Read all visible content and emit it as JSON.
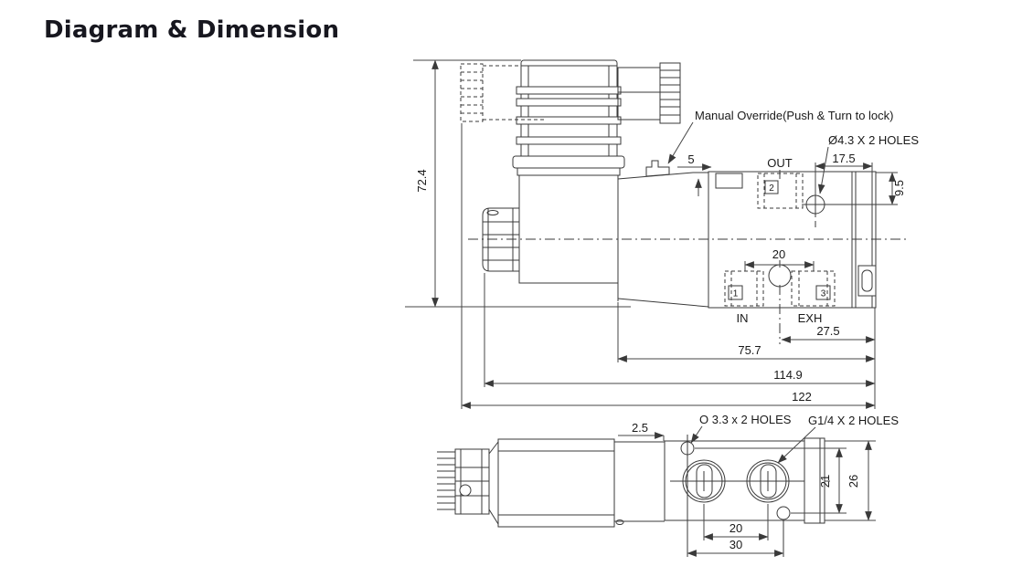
{
  "page": {
    "title": "Diagram & Dimension"
  },
  "colors": {
    "background": "#ffffff",
    "line": "#3a3a3a",
    "text": "#1a1a1a",
    "title": "#17171f"
  },
  "main_view": {
    "labels": {
      "manual_override": "Manual Override(Push & Turn to lock)",
      "top_holes": "Ø4.3 X 2 HOLES",
      "port_out": "OUT",
      "port_in": "IN",
      "port_exh": "EXH"
    },
    "port_numbers": {
      "out": "2",
      "in": "1",
      "exh": "3"
    },
    "dimensions": {
      "overall_height": "72.4",
      "override_step": "5",
      "hole_to_right_end": "17.5",
      "hole_from_top": "9.5",
      "port_pitch": "20",
      "exh_center_to_end": "27.5",
      "valve_section_length": "75.7",
      "body_with_coil_length": "114.9",
      "overall_length": "122"
    }
  },
  "bottom_view": {
    "labels": {
      "mount_holes": "O 3.3 x 2 HOLES",
      "thread_holes": "G1/4 X 2 HOLES"
    },
    "dimensions": {
      "hole_edge_offset": "2.5",
      "port_pitch": "20",
      "mount_hole_pitch_x": "30",
      "mount_hole_pitch_y": "21",
      "body_width": "26"
    }
  }
}
